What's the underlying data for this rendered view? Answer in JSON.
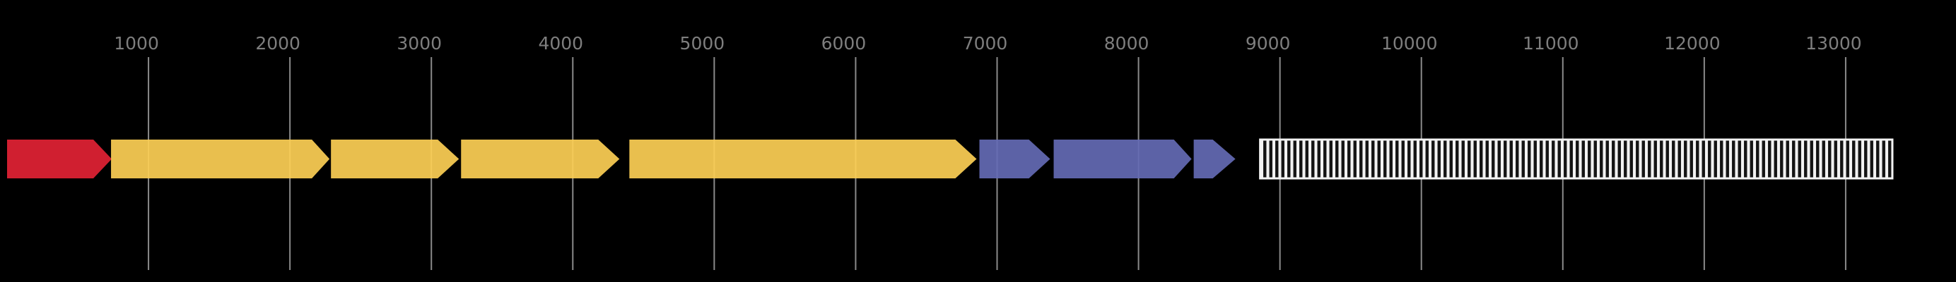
{
  "figure": {
    "description": "Genome map: gene feature arrows along a base-pair coordinate axis"
  },
  "chart_data": {
    "type": "gene_map",
    "title": "",
    "xlabel": "",
    "ylabel": "",
    "xlim": [
      -50,
      13780
    ],
    "grid": true,
    "legend": "none",
    "axis": {
      "ticks": [
        1000,
        2000,
        3000,
        4000,
        5000,
        6000,
        7000,
        8000,
        9000,
        10000,
        11000,
        12000,
        13000
      ],
      "tick_labels": [
        "1000",
        "2000",
        "3000",
        "4000",
        "5000",
        "6000",
        "7000",
        "8000",
        "9000",
        "10000",
        "11000",
        "12000",
        "13000"
      ]
    },
    "colors": {
      "background": "#000000",
      "gridline": "#8a8a8a",
      "tick_label": "#7e7e7e",
      "red_feature": "#e22234",
      "yellow_feature": "#fdcf55",
      "blue_feature": "#646ab4",
      "hatch_fill": "#f2f2f2",
      "hatch_stripe": "#141414"
    },
    "feature_alpha": 0.92,
    "features": [
      {
        "id": "feature-1",
        "start": 0,
        "end": 740,
        "strand": "+",
        "shape": "arrow",
        "head": 130,
        "color": "#e22234"
      },
      {
        "id": "feature-2",
        "start": 735,
        "end": 2280,
        "strand": "+",
        "shape": "arrow",
        "head": 125,
        "color": "#fdcf55"
      },
      {
        "id": "feature-3",
        "start": 2290,
        "end": 3195,
        "strand": "+",
        "shape": "arrow",
        "head": 150,
        "color": "#fdcf55"
      },
      {
        "id": "feature-4",
        "start": 3210,
        "end": 4330,
        "strand": "+",
        "shape": "arrow",
        "head": 150,
        "color": "#fdcf55"
      },
      {
        "id": "feature-5",
        "start": 4400,
        "end": 6855,
        "strand": "+",
        "shape": "arrow",
        "head": 150,
        "color": "#fdcf55"
      },
      {
        "id": "feature-6",
        "start": 6875,
        "end": 7375,
        "strand": "+",
        "shape": "arrow",
        "head": 150,
        "color": "#646ab4"
      },
      {
        "id": "feature-7",
        "start": 7400,
        "end": 8375,
        "strand": "+",
        "shape": "arrow",
        "head": 125,
        "color": "#646ab4"
      },
      {
        "id": "feature-8",
        "start": 8390,
        "end": 8685,
        "strand": "+",
        "shape": "arrow",
        "head": 160,
        "color": "#646ab4"
      },
      {
        "id": "feature-9",
        "start": 8860,
        "end": 13330,
        "strand": ".",
        "shape": "hatched_box"
      }
    ]
  }
}
